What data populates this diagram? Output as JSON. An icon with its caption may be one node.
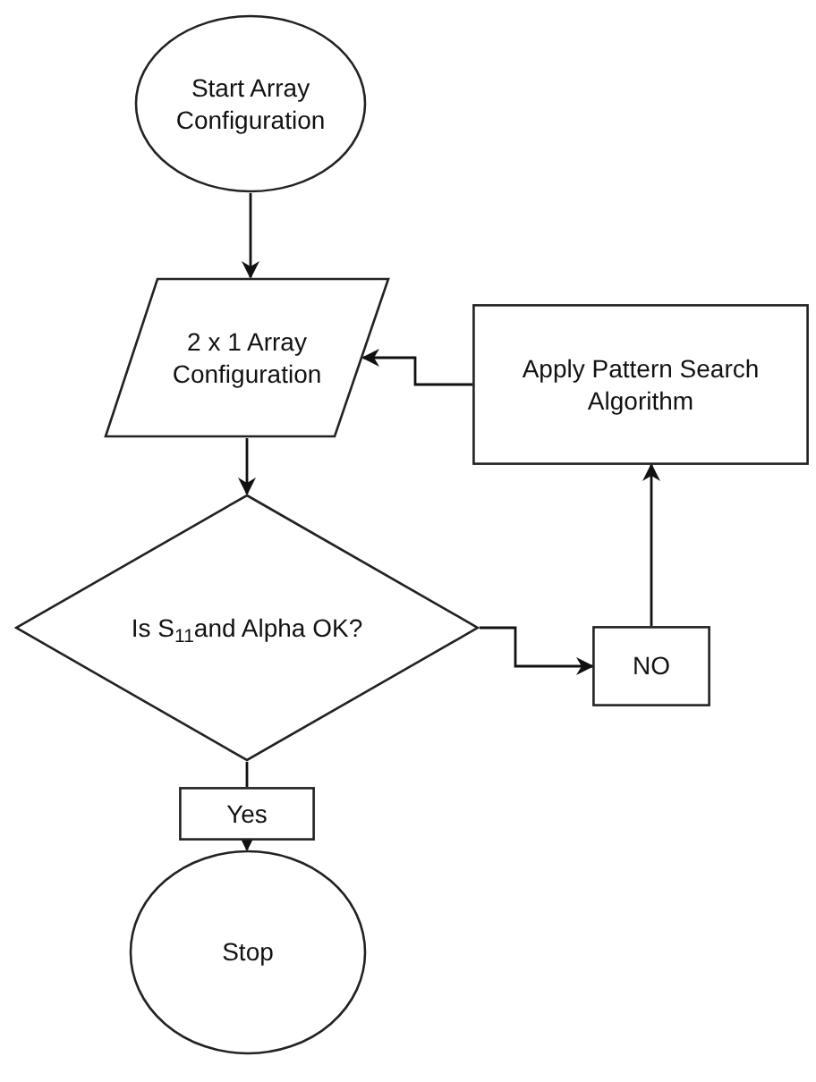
{
  "diagram": {
    "nodes": [
      {
        "text": [
          "Start Array Configuration"
        ]
      },
      {
        "text": [
          "2 x 1 Array Configuration"
        ]
      },
      {
        "text": [
          "Apply Pattern Search Algorithm"
        ]
      },
      {
        "text": [
          "Is S$_{11}$and Alpha OK?"
        ]
      },
      {
        "text": [
          "NO"
        ]
      },
      {
        "text": [
          "Yes"
        ]
      },
      {
        "text": [
          "Stop"
        ]
      }
    ],
    "edges": [
      {
        "from": 0,
        "to": 1,
        "arrow": "to"
      },
      {
        "from": 2,
        "to": 1,
        "arrow": "to"
      },
      {
        "from": 1,
        "to": 3,
        "arrow": "to"
      },
      {
        "from": 3,
        "to": 4,
        "arrow": "to"
      },
      {
        "from": 4,
        "to": 2,
        "arrow": "to"
      },
      {
        "from": 3,
        "to": 5,
        "arrow": "none"
      },
      {
        "from": 5,
        "to": 6,
        "arrow": "to"
      }
    ]
  }
}
